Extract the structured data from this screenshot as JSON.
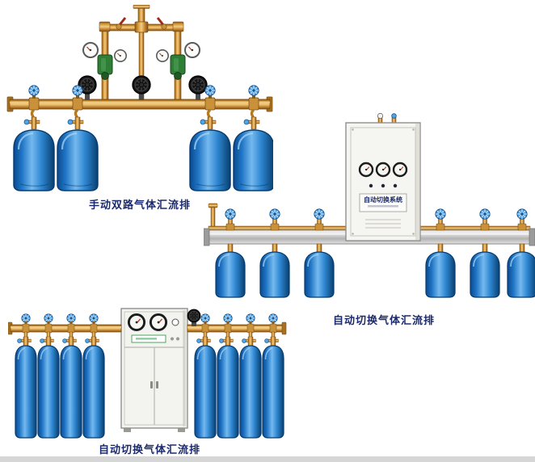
{
  "page": {
    "background": "#ffffff",
    "footer_bar_color": "#d6d6d6"
  },
  "palette": {
    "cylinder_blue": "#1f74c4",
    "pipe_brass": "#c9913a",
    "rail_silver": "#c6c6c6",
    "handwheel_blue": "#53a4e6",
    "caption_color": "#1b2a6e"
  },
  "products": [
    {
      "id": "manual-dual-row-manifold",
      "caption": "手动双路气体汇流排",
      "cylinder_count": 4,
      "gauge_count": 4
    },
    {
      "id": "auto-switch-manifold-wall-cabinet",
      "caption": "自动切换气体汇流排",
      "cabinet_label": "自动切换系统",
      "cylinder_count": 6,
      "gauge_count": 3
    },
    {
      "id": "auto-switch-manifold-floor-cabinet",
      "caption": "自动切换气体汇流排",
      "cylinder_count": 8,
      "gauge_count": 2
    }
  ]
}
